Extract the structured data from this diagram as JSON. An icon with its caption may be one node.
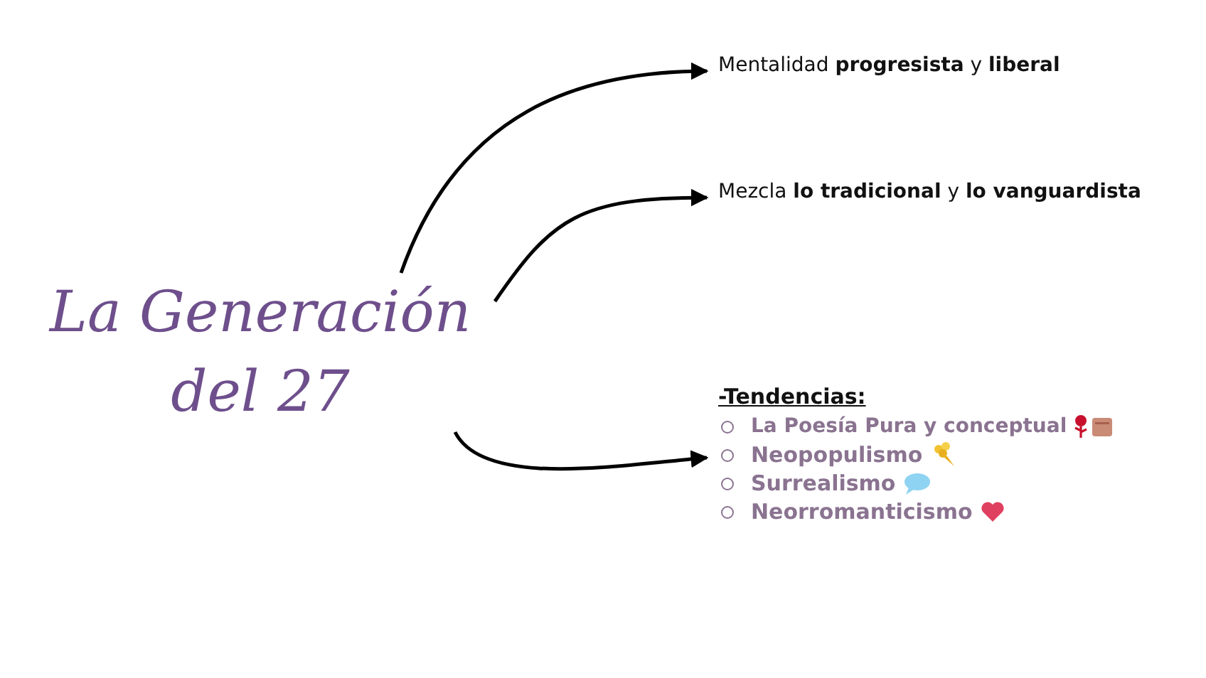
{
  "diagram": {
    "nodes": [
      {
        "text": [
          "La Generación del 27"
        ]
      },
      {
        "text": [
          "Mentalidad **progresista** y **liberal**"
        ]
      },
      {
        "text": [
          "Mezcla **lo tradicional** y **lo vanguardista**"
        ]
      },
      {
        "text": [
          "-Tendencias:",
          "La Poesía Pura y conceptual",
          "Neopopulismo",
          "Surrealismo",
          "Neorromanticismo"
        ]
      }
    ],
    "edges": [
      {
        "from": 0,
        "to": 1,
        "arrow": "to"
      },
      {
        "from": 0,
        "to": 2,
        "arrow": "to"
      },
      {
        "from": 0,
        "to": 3,
        "arrow": "to"
      }
    ]
  }
}
